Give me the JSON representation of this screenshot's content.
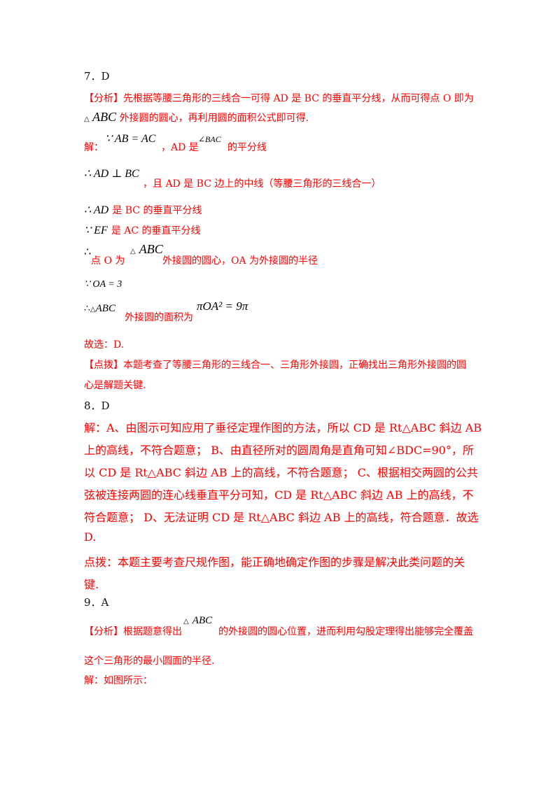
{
  "q7": {
    "header": "7．D",
    "analysis_tag": "【分析】",
    "analysis_line1": "先根据等腰三角形的三线合一可得 AD 是 BC 的垂直平分线，从而可得点 O 即为",
    "analysis_tri": "△",
    "analysis_abc": "ABC",
    "analysis_line2": "外接圆的圆心，再利用圆的面积公式即可得.",
    "sol_label": "解：",
    "sol1_math": "∵ AB = AC",
    "sol1_text1": "，AD 是",
    "sol1_math2": "∠BAC",
    "sol1_text2": "的平分线",
    "sol2_math": "∴ AD ⊥ BC",
    "sol2_text": "，且 AD 是 BC 边上的中线（等腰三角形的三线合一）",
    "sol3_math": "∴ AD",
    "sol3_text": "是 BC 的垂直平分线",
    "sol4_math": "∵ EF",
    "sol4_text": "是 AC 的垂直平分线",
    "sol5_sym": "∴",
    "sol5_text1": "点 O 为",
    "sol5_tri": "△",
    "sol5_abc": "ABC",
    "sol5_text2": "外接圆的圆心，OA 为外接圆的半径",
    "sol6_math": "∵ OA = 3",
    "sol7_sym": "∴",
    "sol7_tri": "△",
    "sol7_abc": "ABC",
    "sol7_text": "外接圆的面积为",
    "sol7_result": "πOA² = 9π",
    "choice": "故选：D.",
    "tip_tag": "【点拨】",
    "tip_line1": "本题考查了等腰三角形的三线合一、三角形外接圆，正确找出三角形外接圆的圆",
    "tip_line2": "心是解题关键."
  },
  "q8": {
    "header": "8．D",
    "line1": "解：A、由图示可知应用了垂径定理作图的方法，所以 CD 是 Rt△ABC 斜边 AB",
    "line2": "上的高线，不符合题意；  B、由直径所对的圆周角是直角可知∠BDC=90°，所",
    "line3": "以 CD 是 Rt△ABC 斜边 AB 上的高线，不符合题意；  C、根据相交两圆的公共",
    "line4": "弦被连接两圆的连心线垂直平分可知，CD 是 Rt△ABC 斜边 AB 上的高线，不",
    "line5": "符合题意；  D、无法证明 CD 是 Rt△ABC 斜边 AB 上的高线，符合题意．故选",
    "line6": "D.",
    "tip1": "点拨：本题主要考查尺规作图，能正确地确定作图的步骤是解决此类问题的关",
    "tip2": "键."
  },
  "q9": {
    "header": "9．A",
    "analysis_tag": "【分析】",
    "analysis_text1": "根据题意得出",
    "analysis_tri": "△",
    "analysis_abc": "ABC",
    "analysis_text2": "的外接圆的圆心位置，进而利用勾股定理得出能够完全覆盖",
    "analysis_line2": "这个三角形的最小圆面的半径.",
    "sol": "解：如图所示："
  }
}
